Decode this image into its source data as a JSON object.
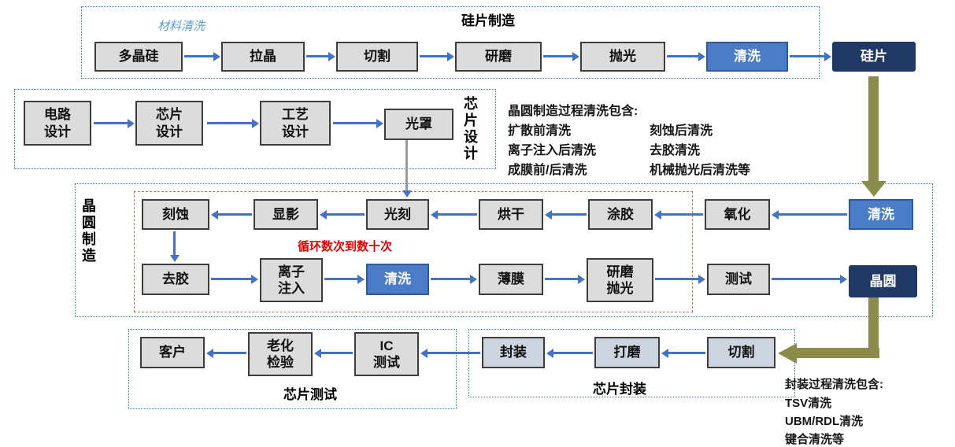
{
  "colors": {
    "box_fill": "#dcdcdc",
    "box_fill_blue_gray": "#cdd5e1",
    "clean_fill": "#4a7cc7",
    "dark_fill": "#1f3864",
    "arrow_blue": "#4472c4",
    "big_arrow": "#8c8c4a",
    "border_dotted": "#2e8596",
    "inner_dashed": "#a87c4f",
    "red_text": "#e00000",
    "annotation_blue": "#5b9bd5"
  },
  "silicon": {
    "title": "硅片制造",
    "annotation": "材料清洗",
    "boxes": [
      "多晶硅",
      "拉晶",
      "切割",
      "研磨",
      "抛光",
      "清洗",
      "硅片"
    ]
  },
  "design": {
    "side_label": "芯片设计",
    "boxes": [
      "电路\n设计",
      "芯片\n设计",
      "工艺\n设计",
      "光罩"
    ]
  },
  "wafer_note": {
    "title": "晶圆制造过程清洗包含:",
    "col1": [
      "扩散前清洗",
      "离子注入后清洗",
      "成膜前/后清洗"
    ],
    "col2": [
      "刻蚀后清洗",
      "去胶清洗",
      "机械抛光后清洗等"
    ]
  },
  "wafer": {
    "side_label": "晶圆制造",
    "cycle_note": "循环数次到数十次",
    "top_row": [
      "刻蚀",
      "显影",
      "光刻",
      "烘干",
      "涂胶",
      "氧化",
      "清洗"
    ],
    "bottom_row": [
      "去胶",
      "离子\n注入",
      "清洗",
      "薄膜",
      "研磨\n抛光",
      "测试",
      "晶圆"
    ]
  },
  "test": {
    "title": "芯片测试",
    "boxes": [
      "客户",
      "老化\n检验",
      "IC\n测试"
    ]
  },
  "package": {
    "title": "芯片封装",
    "boxes": [
      "封装",
      "打磨",
      "切割"
    ]
  },
  "package_note": {
    "title": "封装过程清洗包含:",
    "lines": [
      "TSV清洗",
      "UBM/RDL清洗",
      "键合清洗等"
    ]
  }
}
